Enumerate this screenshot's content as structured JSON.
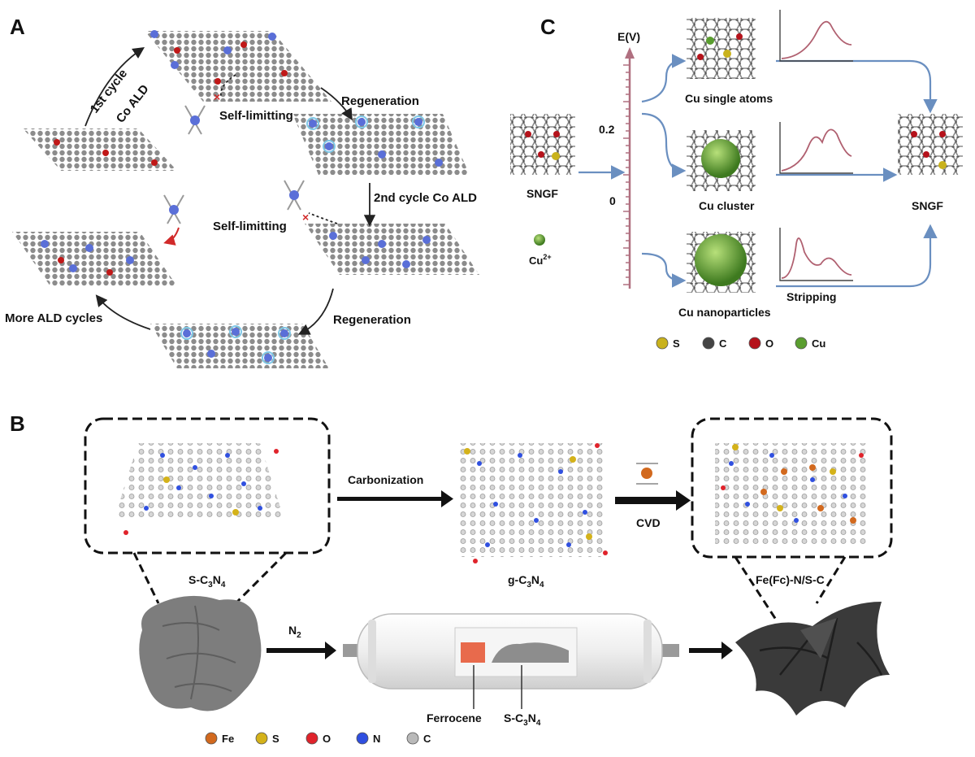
{
  "panels": {
    "a": "A",
    "b": "B",
    "c": "C"
  },
  "panel_a": {
    "first_cycle": "1st cycle",
    "co_ald": "Co ALD",
    "self_limiting_1": "Self-limitting",
    "regeneration_1": "Regeneration",
    "second_cycle": "2nd cycle Co ALD",
    "self_limiting_2": "Self-limitting",
    "regeneration_2": "Regeneration",
    "more_cycles": "More ALD cycles"
  },
  "panel_c": {
    "axis_label": "E(V)",
    "tick_02": "0.2",
    "tick_0": "0",
    "sngf_left": "SNGF",
    "cu_ion": "Cu",
    "cu_ion_charge": "2+",
    "single_atoms": "Cu single atoms",
    "cluster": "Cu cluster",
    "nanoparticles": "Cu nanoparticles",
    "stripping": "Stripping",
    "sngf_right": "SNGF",
    "legend": [
      {
        "symbol": "S",
        "color": "#c9b21c"
      },
      {
        "symbol": "C",
        "color": "#444444"
      },
      {
        "symbol": "O",
        "color": "#b5121b"
      },
      {
        "symbol": "Cu",
        "color": "#5a9e2f"
      }
    ]
  },
  "panel_b": {
    "carbonization": "Carbonization",
    "cvd": "CVD",
    "sc3n4_label": {
      "main": "S-C",
      "sub1": "3",
      "mid": "N",
      "sub2": "4"
    },
    "gc3n4_label": {
      "main": "g-C",
      "sub1": "3",
      "mid": "N",
      "sub2": "4"
    },
    "product_label": "Fe(Fc)-N/S-C",
    "n2_label": {
      "main": "N",
      "sub": "2"
    },
    "ferrocene": "Ferrocene",
    "tube_sample": {
      "main": "S-C",
      "sub1": "3",
      "mid": "N",
      "sub2": "4"
    },
    "legend": [
      {
        "symbol": "Fe",
        "color": "#d2691e"
      },
      {
        "symbol": "S",
        "color": "#d4b21a"
      },
      {
        "symbol": "O",
        "color": "#e0232b"
      },
      {
        "symbol": "N",
        "color": "#2f4fe0"
      },
      {
        "symbol": "C",
        "color": "#b9b9b9"
      }
    ]
  }
}
